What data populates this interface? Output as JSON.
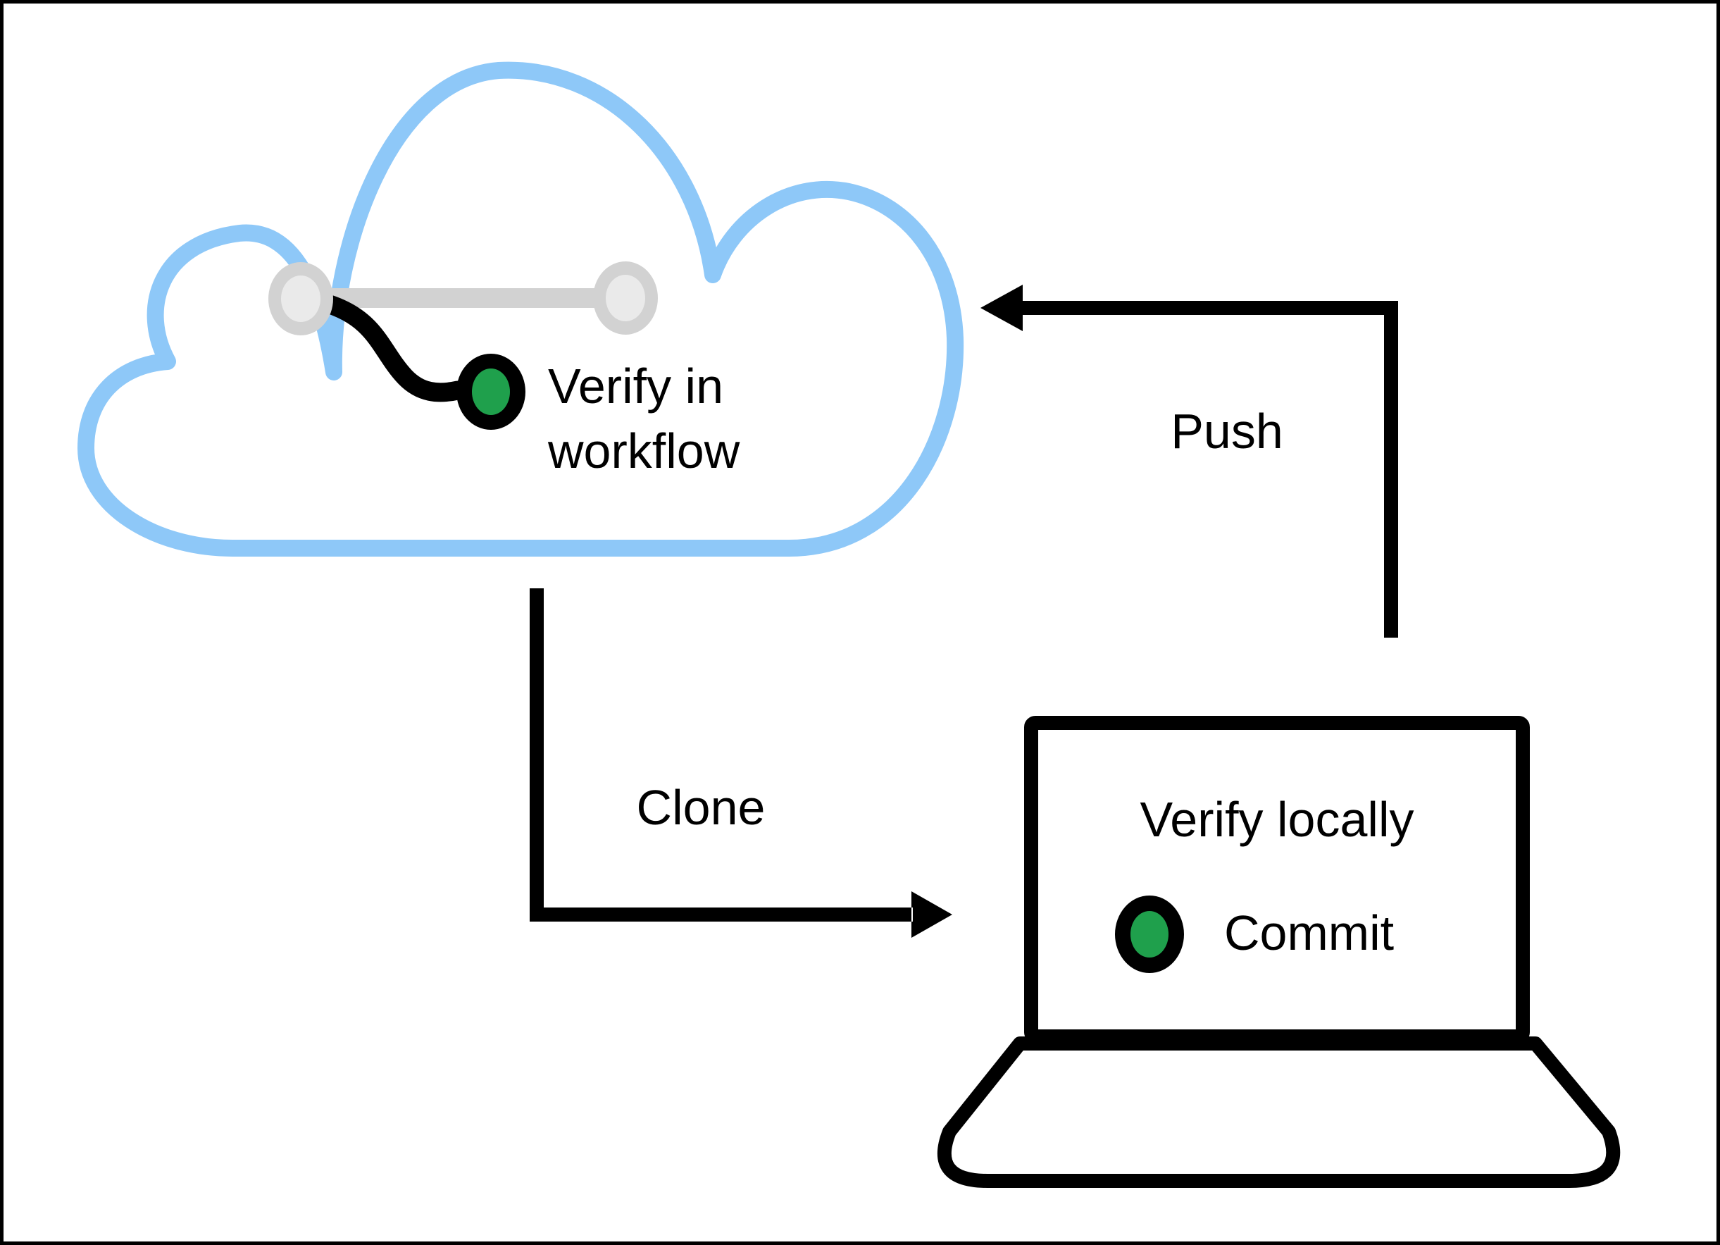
{
  "diagram": {
    "title": "git-workflow-diagram",
    "cloud": {
      "label_line1": "Verify in",
      "label_line2": "workflow"
    },
    "laptop": {
      "label": "Verify locally",
      "commit_label": "Commit"
    },
    "arrows": {
      "push_label": "Push",
      "clone_label": "Clone"
    }
  },
  "colors": {
    "cloud_stroke": "#8EC8F8",
    "green": "#1FA04C",
    "node_gray": "#D2D2D2",
    "node_gray_light": "#EAEAEA",
    "black": "#000000",
    "background": "#FFFFFF",
    "frame": "#000000"
  }
}
